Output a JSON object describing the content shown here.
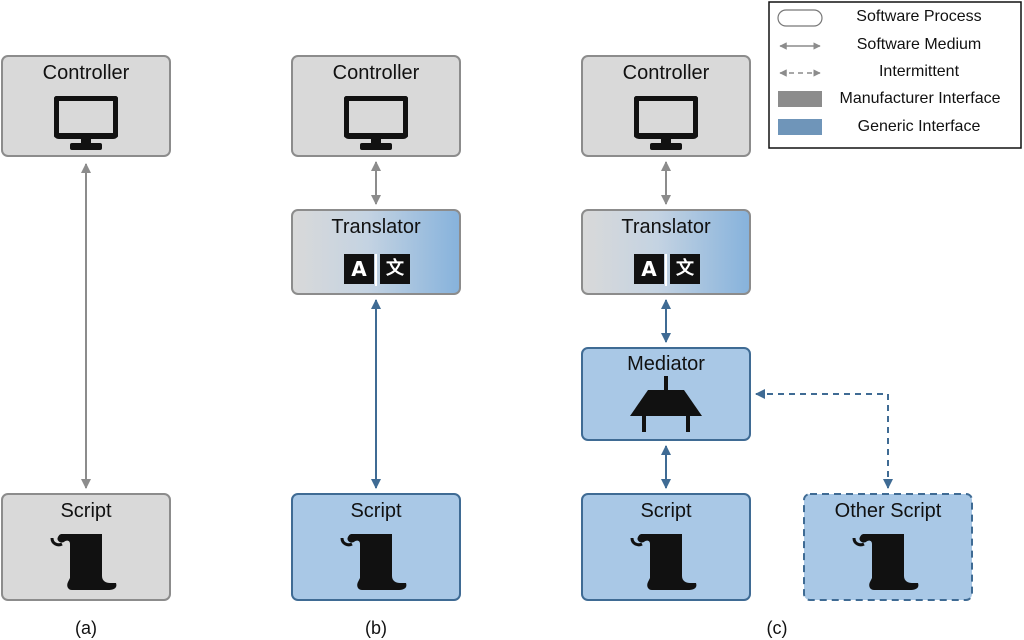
{
  "legend": {
    "process": "Software Process",
    "medium": "Software Medium",
    "intermittent": "Intermittent",
    "manufacturer": "Manufacturer Interface",
    "generic": "Generic Interface"
  },
  "panels": {
    "a": {
      "caption": "(a)",
      "controller": "Controller",
      "script": "Script"
    },
    "b": {
      "caption": "(b)",
      "controller": "Controller",
      "translator": "Translator",
      "script": "Script"
    },
    "c": {
      "caption": "(c)",
      "controller": "Controller",
      "translator": "Translator",
      "mediator": "Mediator",
      "script": "Script",
      "other_script": "Other Script"
    }
  },
  "translator_glyphs": {
    "left": "A",
    "right": "文"
  },
  "colors": {
    "manufacturer_fill": "#d9d9d9",
    "manufacturer_stroke": "#8c8c8c",
    "generic_fill": "#a9c8e6",
    "generic_stroke": "#3f6b94",
    "gray_arrow": "#8c8c8c",
    "blue_arrow": "#3f6b94",
    "legend_manufacturer": "#8c8c8c",
    "legend_generic": "#6f95b9"
  }
}
